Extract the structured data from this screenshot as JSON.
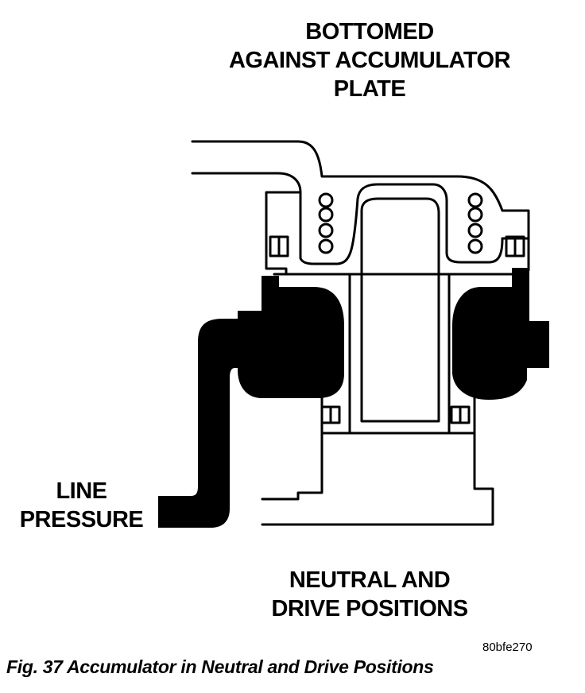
{
  "labels": {
    "top": [
      "BOTTOMED",
      "AGAINST ACCUMULATOR",
      "PLATE"
    ],
    "left": [
      "LINE",
      "PRESSURE"
    ],
    "bottom": [
      "NEUTRAL AND",
      "DRIVE POSITIONS"
    ]
  },
  "figure": {
    "code": "80bfe270",
    "caption": "Fig. 37 Accumulator in Neutral and Drive Positions"
  },
  "colors": {
    "ink": "#000000",
    "paper": "#ffffff"
  }
}
